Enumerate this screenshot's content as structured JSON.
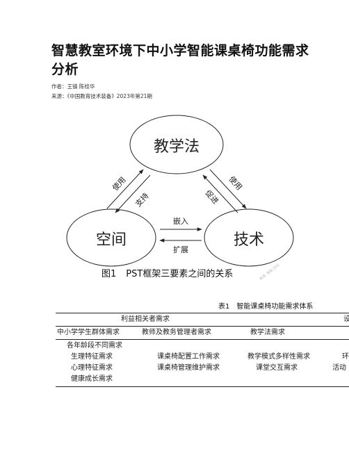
{
  "article": {
    "title_line1": "智慧教室环境下中小学智能课桌椅功能需求",
    "title_line2": "分析",
    "author": "作者：王镇 陈桂华",
    "source": "来源：《中国教育技术装备》2023年第21期"
  },
  "figure": {
    "nodes": {
      "top": "教学法",
      "left": "空间",
      "right": "技术"
    },
    "arrows": {
      "left_outer": "使用",
      "left_inner": "支持",
      "right_outer": "使用",
      "right_inner": "促进",
      "bottom_top": "嵌入",
      "bottom_bottom": "扩展"
    },
    "caption_num": "图1",
    "caption_text": "PST框架三要素之间的关系",
    "watermark": "来源: 智能·空间"
  },
  "table": {
    "caption_num": "表1",
    "caption_text": "智能课桌椅功能需求体系",
    "header_left": "利益相关者需求",
    "header_right_clip": "设",
    "subheaders": [
      "中小学学生群体需求",
      "教师及教务管理者需求",
      "教学法需求"
    ],
    "col1_rows": [
      "各年龄段不同需求",
      "生理特征需求",
      "心理特征需求",
      "健康成长需求"
    ],
    "col2_rows": [
      "课桌椅配置工作需求",
      "课桌椅管理维护需求"
    ],
    "col3_rows": [
      "教学模式多样性需求",
      "课堂交互需求"
    ],
    "col4_rows": [
      "环",
      "活动"
    ]
  }
}
